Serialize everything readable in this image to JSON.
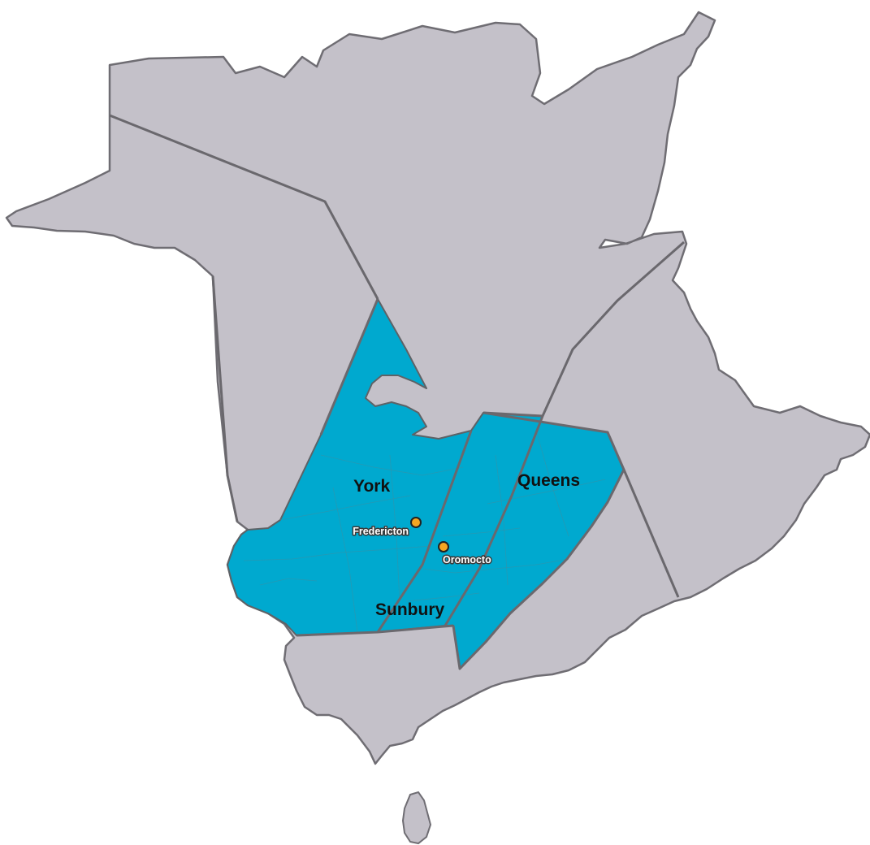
{
  "colors": {
    "province_fill": "#c4c1c9",
    "highlight_fill": "#00a9cf",
    "boundary": "#6a686d",
    "city_marker": "#f5a623",
    "background": "#ffffff"
  },
  "highlighted_counties": [
    {
      "id": "york",
      "label": "York"
    },
    {
      "id": "queens",
      "label": "Queens"
    },
    {
      "id": "sunbury",
      "label": "Sunbury"
    }
  ],
  "cities": [
    {
      "id": "fredericton",
      "label": "Fredericton"
    },
    {
      "id": "oromocto",
      "label": "Oromocto"
    }
  ]
}
